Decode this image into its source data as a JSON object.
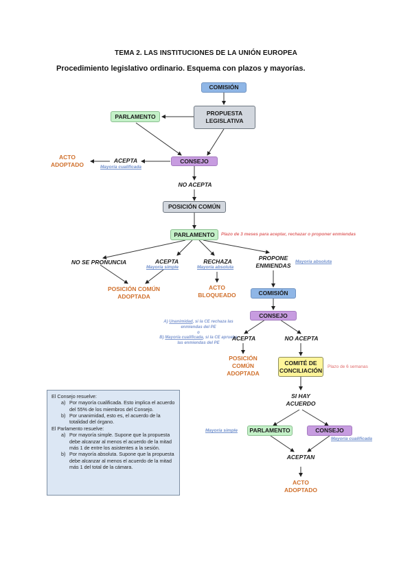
{
  "header": {
    "title": "TEMA 2. LAS INSTITUCIONES DE LA UNIÓN EUROPEA",
    "subtitle": "Procedimiento legislativo ordinario. Esquema con plazos y mayorías."
  },
  "colors": {
    "comision": "#8fb6e6",
    "parlamento": "#c4f1c8",
    "gris": "#d2d7de",
    "consejo": "#c79ce0",
    "comite": "#fff59a",
    "resultado": "#d0702c",
    "mayoria": "#6f8fcc",
    "plazo": "#e06a6a"
  },
  "diagram": {
    "nodes": {
      "comision1": "COMISIÓN",
      "propuesta": "PROPUESTA\nLEGISLATIVA",
      "parlamento1": "PARLAMENTO",
      "consejo1": "CONSEJO",
      "acepta1": "ACEPTA",
      "acepta1_mayoria": "Mayoría cualificada",
      "acto_adoptado1": "ACTO\nADOPTADO",
      "no_acepta1": "NO ACEPTA",
      "posicion_comun": "POSICIÓN COMÚN",
      "parlamento2": "PARLAMENTO",
      "parlamento2_plazo": "Plazo de 3 meses para aceptar, rechazar o proponer enmiendas",
      "no_se_pronuncia": "NO SE PRONUNCIA",
      "acepta2": "ACEPTA",
      "acepta2_mayoria": "Mayoría simple",
      "rechaza": "RECHAZA",
      "rechaza_mayoria": "Mayoría absoluta",
      "propone": "PROPONE\nENMIENDAS",
      "propone_mayoria": "Mayoría absoluta",
      "posicion_adoptada1": "POSICIÓN COMÚN\nADOPTADA",
      "acto_bloqueado": "ACTO\nBLOQUEADO",
      "comision2": "COMISIÓN",
      "consejo2": "CONSEJO",
      "acepta3": "ACEPTA",
      "no_acepta2": "NO ACEPTA",
      "posicion_adoptada2": "POSICIÓN\nCOMÚN\nADOPTADA",
      "comite": "COMITÉ DE\nCONCILIACIÓN",
      "comite_plazo": "Plazo de 6 semanas",
      "si_hay_acuerdo": "SI HAY\nACUERDO",
      "parlamento3": "PARLAMENTO",
      "parlamento3_mayoria": "Mayoría simple",
      "consejo3": "CONSEJO",
      "consejo3_mayoria": "Mayoría cualificada",
      "aceptan": "ACEPTAN",
      "acto_adoptado2": "ACTO\nADOPTADO"
    },
    "note": {
      "a_prefix": "A) ",
      "a_key": "Unanimidad",
      "a_rest": ", si la CE rechaza las enmiendas del PE",
      "or": "o",
      "b_prefix": "B) ",
      "b_key": "Mayoría cualificada",
      "b_rest": ", si la CE aprueba las enmiendas del PE"
    }
  },
  "infobox": {
    "consejo_heading": "El Consejo resuelve:",
    "consejo_items": [
      {
        "marker": "a)",
        "text": "Por mayoría cualificada. Esto implica el acuerdo del 55% de los miembros del Consejo."
      },
      {
        "marker": "b)",
        "text": "Por unanimidad, esto es, el acuerdo de la totalidad del órgano."
      }
    ],
    "parlamento_heading": "El Parlamento resuelve:",
    "parlamento_items": [
      {
        "marker": "a)",
        "text": "Por mayoría simple. Supone que la propuesta debe alcanzar al menos el acuerdo de la mitad más 1 de entre los asistentes a la sesión."
      },
      {
        "marker": "b)",
        "text": "Por mayoría absoluta. Supone que la propuesta debe alcanzar al menos el acuerdo de la mitad más 1 del total de la cámara."
      }
    ]
  }
}
